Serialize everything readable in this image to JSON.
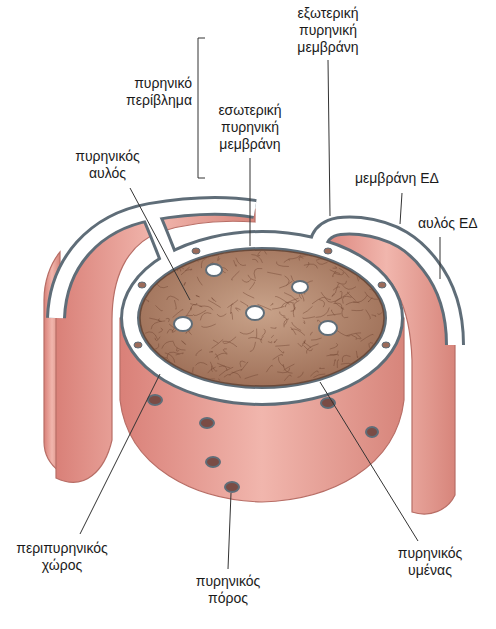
{
  "diagram": {
    "labels": [
      "εξωτερική πυρηνική μεμβράνη",
      "πυρηνικό περίβλημα",
      "εσωτερική πυρηνική μεμβράνη",
      "πυρηνικός αυλός",
      "μεμβράνη ΕΔ",
      "αυλός ΕΔ",
      "περιπυρηνικός χώρος",
      "πυρηνικός υμένας",
      "πυρηνικός πόρος"
    ]
  }
}
